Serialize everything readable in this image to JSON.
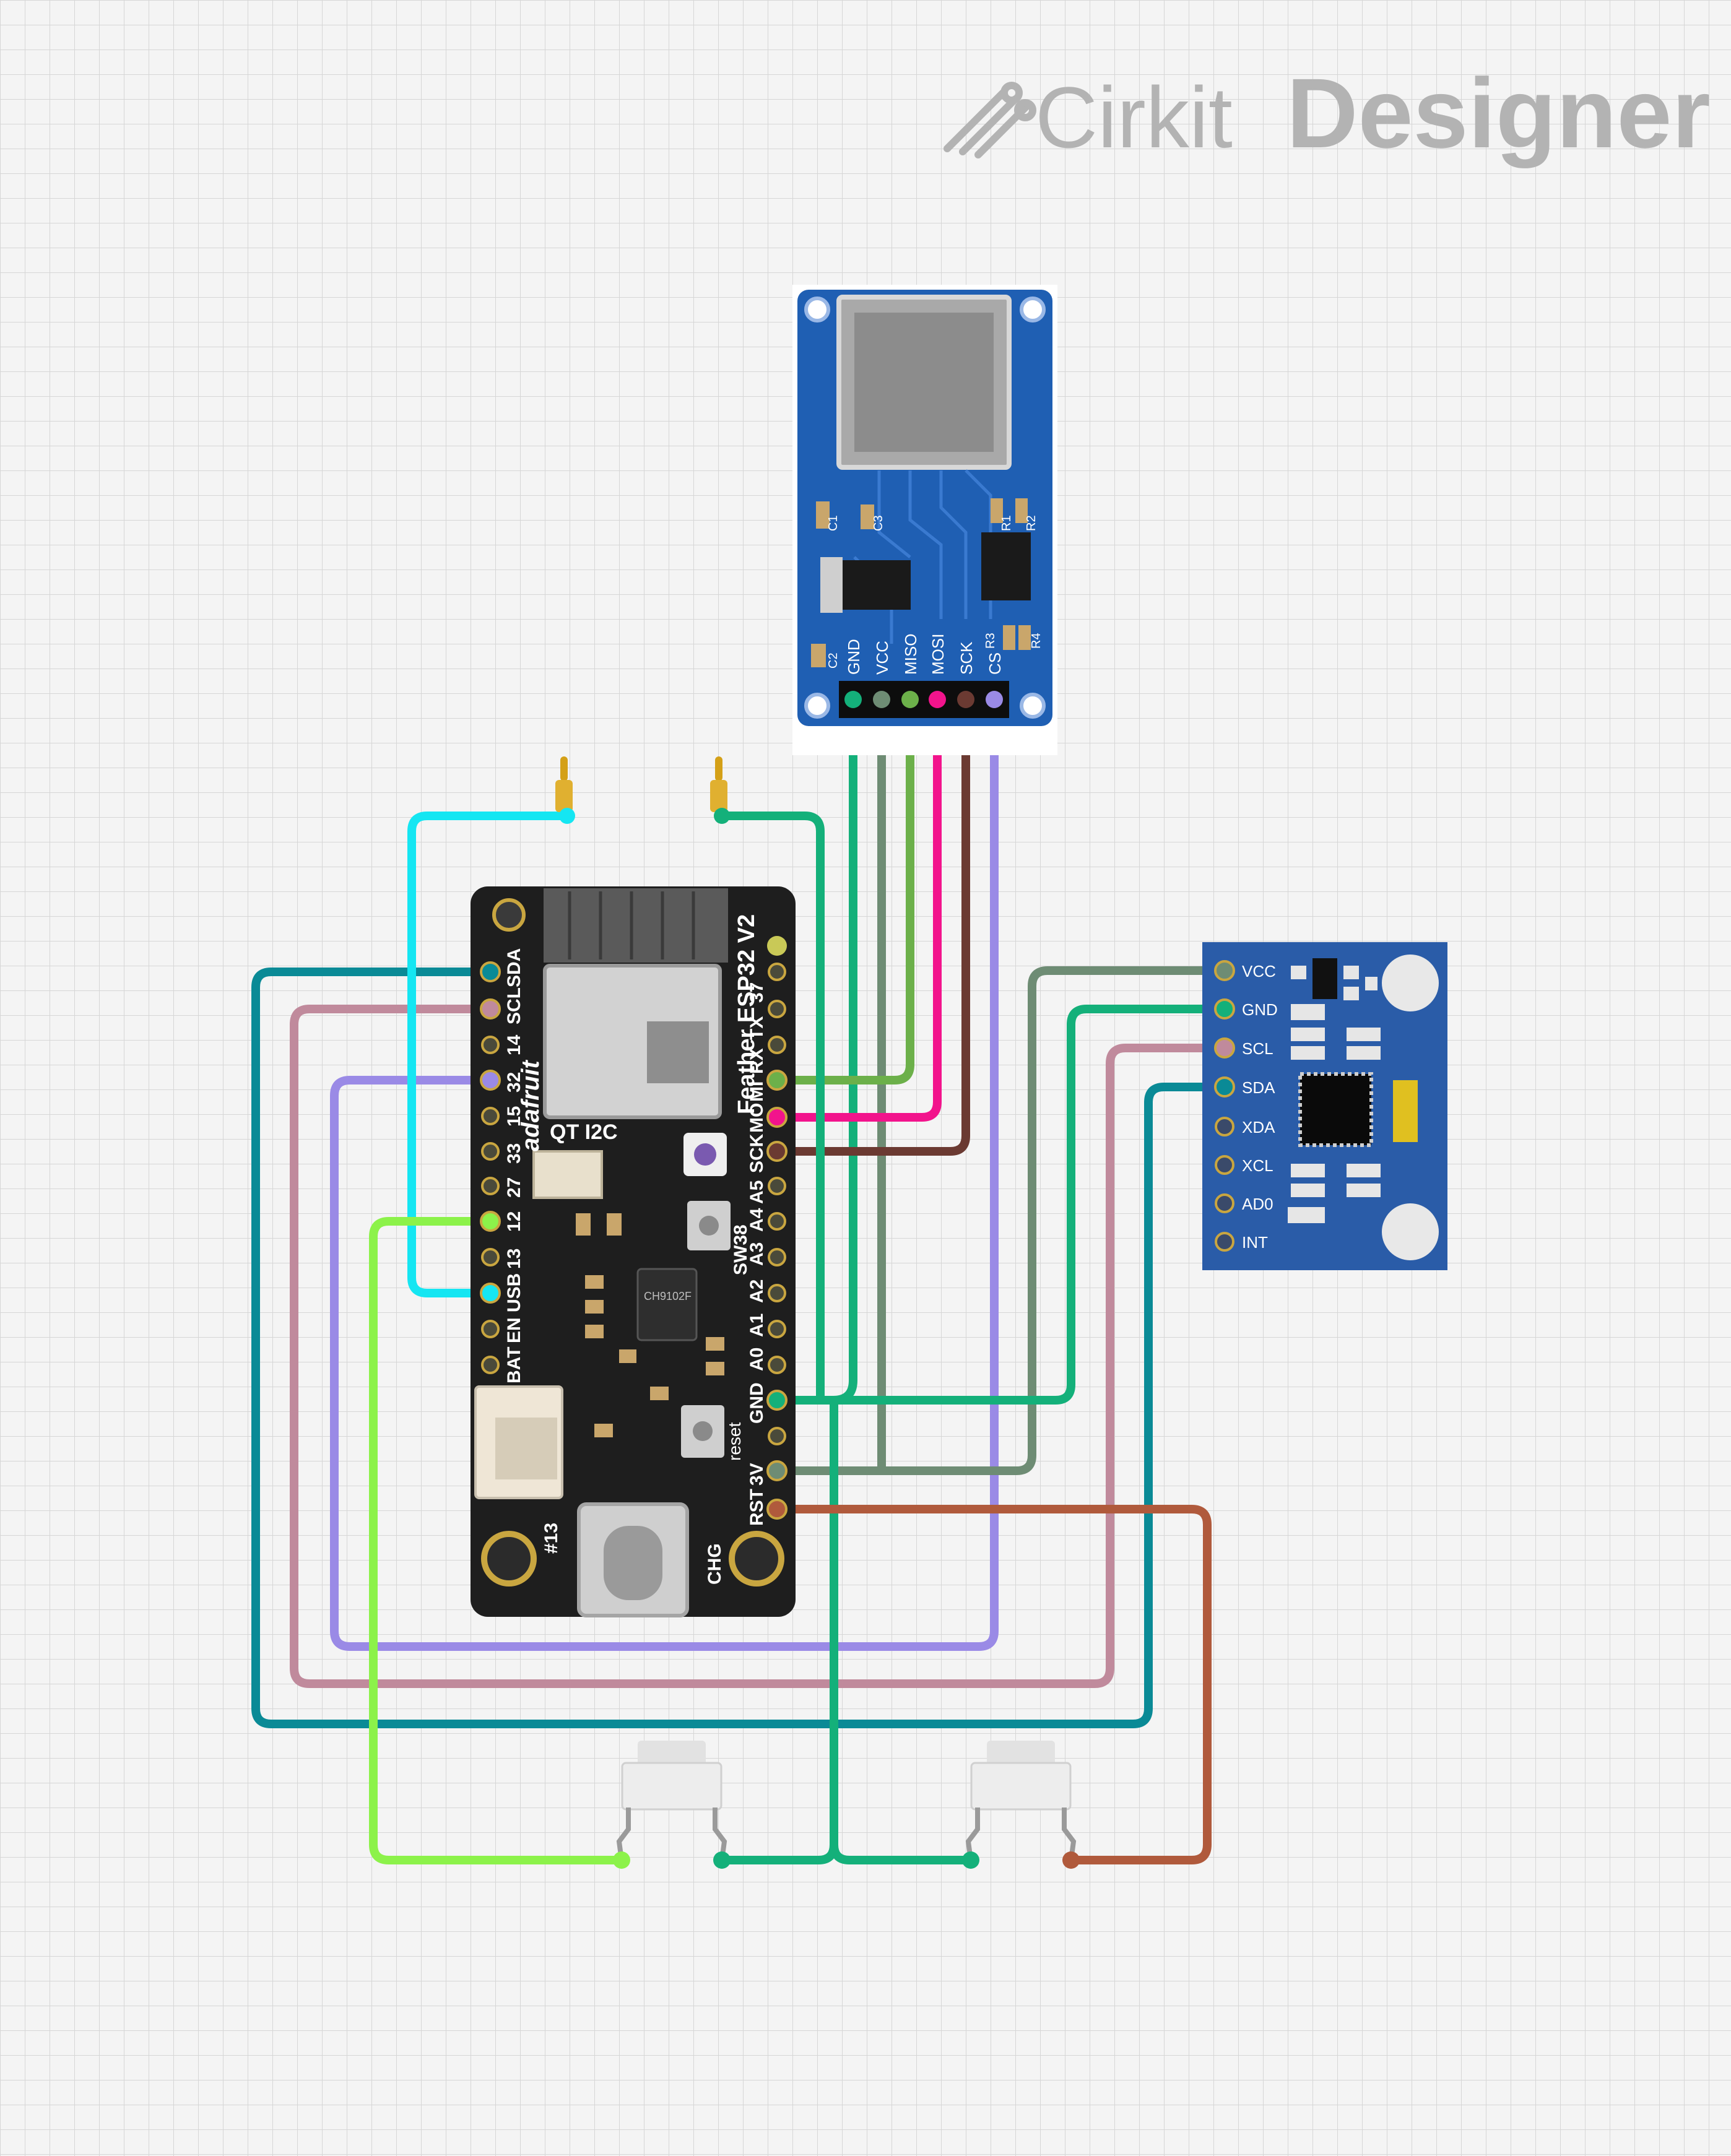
{
  "brand": {
    "name_part1": "Cirkit",
    "name_part2": "Designer",
    "logo_color": "#b3b3b3"
  },
  "sd_module": {
    "pin_labels": [
      "GND",
      "VCC",
      "MISO",
      "MOSI",
      "SCK",
      "CS"
    ],
    "component_labels": [
      "C1",
      "C2",
      "C3",
      "R1",
      "R2",
      "R3",
      "R4"
    ],
    "board_color": "#1f5fb3"
  },
  "feather": {
    "silk_title": "Feather ESP32 V2",
    "silk_brand": "adafruit",
    "qt_label": "QT I2C",
    "left_pin_labels": [
      "SDA",
      "SCL",
      "14",
      "32",
      "15",
      "33",
      "27",
      "12",
      "13",
      "USB",
      "EN",
      "BAT"
    ],
    "right_pin_labels": [
      "37",
      "TX",
      "RX",
      "MI",
      "MO",
      "SCK",
      "A5",
      "A4",
      "A3",
      "A2",
      "A1",
      "A0",
      "GND",
      "3V",
      "RST"
    ],
    "other_labels": [
      "SW38",
      "reset",
      "CHG",
      "#13",
      "CH9102F"
    ],
    "board_color": "#1e1e1e"
  },
  "mpu_module": {
    "pin_labels": [
      "VCC",
      "GND",
      "SCL",
      "SDA",
      "XDA",
      "XCL",
      "AD0",
      "INT"
    ],
    "board_color": "#2a5ca8"
  },
  "wire_colors": {
    "teal": "#0a8a96",
    "pink": "#c08a9c",
    "lavender": "#9a8ae6",
    "cyan": "#15e6f2",
    "lime": "#8cf24a",
    "green": "#14b07a",
    "sage": "#6e8c74",
    "grass": "#6cb04a",
    "magenta": "#f2148c",
    "brown": "#6b3a32",
    "rust": "#b05a3c"
  }
}
